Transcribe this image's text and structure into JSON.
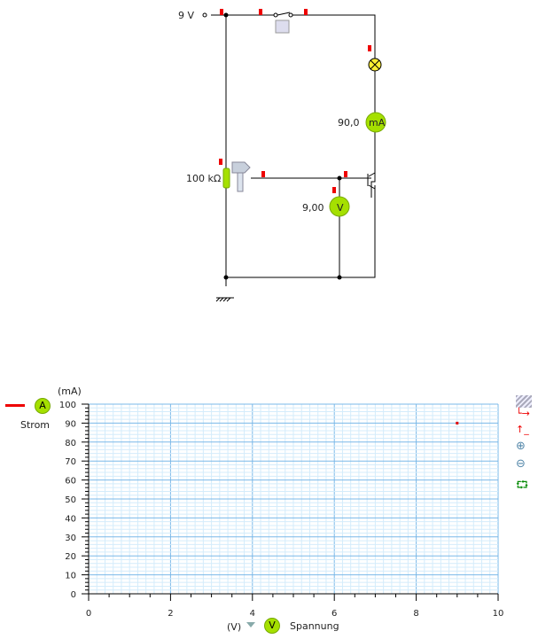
{
  "circuit": {
    "source_label": "9 V",
    "resistor_label": "100 kΩ",
    "ammeter_value": "90,0",
    "ammeter_unit": "mA",
    "voltmeter_value": "9,00",
    "voltmeter_unit": "V"
  },
  "legend": {
    "y_meter_symbol": "A",
    "y_meter_name": "Strom",
    "x_meter_symbol": "V",
    "x_meter_name": "Spannung",
    "series_color": "#e00000"
  },
  "chart_data": {
    "type": "scatter",
    "xlabel": "(V)",
    "ylabel": "(mA)",
    "xlim": [
      0,
      10
    ],
    "ylim": [
      0,
      100
    ],
    "x_ticks": [
      "0",
      "2",
      "4",
      "6",
      "8",
      "10"
    ],
    "y_ticks": [
      "0",
      "10",
      "20",
      "30",
      "40",
      "50",
      "60",
      "70",
      "80",
      "90",
      "100"
    ],
    "points": [
      {
        "x": 9.0,
        "y": 90.0
      }
    ],
    "grid": true
  },
  "toolbar": {
    "icons": [
      "hatch-icon",
      "axis-red-x-icon",
      "axis-red-y-icon",
      "zoom-in-icon",
      "zoom-out-icon",
      "fit-icon"
    ]
  }
}
